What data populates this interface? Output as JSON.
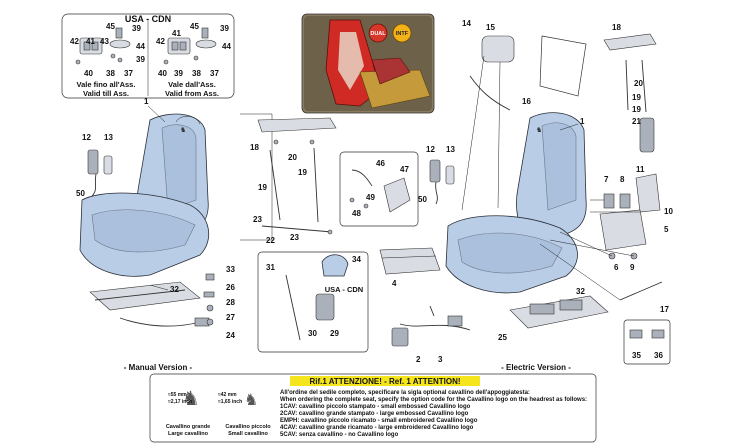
{
  "usa_box": {
    "title": "USA - CDN",
    "left_caption": [
      "Vale fino all'Ass.",
      "Valid till Ass."
    ],
    "right_caption": [
      "Vale dall'Ass.",
      "Valid from Ass."
    ]
  },
  "inset": {
    "badge_left": "DUAL",
    "badge_right": "INTF"
  },
  "usa_cdn_small": "USA - CDN",
  "manual_label": "- Manual Version -",
  "electric_label": "- Electric Version -",
  "notice": {
    "title": "Rif.1 ATTENZIONE! - Ref. 1 ATTENTION!",
    "lines": [
      "All'ordine del sedile completo, specificare la sigla optional cavallino dell'appoggiatesta:",
      "When ordering the complete seat, specify the option code for the Cavallino logo on the headrest as follows:",
      "1CAV: cavallino piccolo stampato - small embossed Cavallino logo",
      "2CAV: cavallino grande stampato - large embossed Cavallino logo",
      "EMPH: cavallino piccolo ricamato - small embroidered Cavallino logo",
      "4CAV: cavallino grande ricamato - large embroidered Cavallino logo",
      "5CAV: senza cavallino - no Cavallino logo"
    ],
    "logo_large": {
      "size_mm": "≈55 mm",
      "size_in": "≈2,17 inch",
      "caption": [
        "Cavallino grande",
        "Large cavallino"
      ]
    },
    "logo_small": {
      "size_mm": "≈42 mm",
      "size_in": "≈1,65 inch",
      "caption": [
        "Cavallino piccolo",
        "Small cavallino"
      ]
    }
  },
  "callouts": {
    "c45a": "45",
    "c39a": "39",
    "c42a": "42",
    "c41a": "41",
    "c43a": "43",
    "c44a": "44",
    "c40a": "40",
    "c38a": "38",
    "c37a": "37",
    "c39b": "39",
    "c45b": "45",
    "c39c": "39",
    "c42b": "42",
    "c41b": "41",
    "c44b": "44",
    "c40b": "40",
    "c39d": "39",
    "c38b": "38",
    "c37b": "37",
    "c1a": "1",
    "c12a": "12",
    "c13a": "13",
    "c50a": "50",
    "c32a": "32",
    "c18a": "18",
    "c20a": "20",
    "c19a": "19",
    "c19b": "19",
    "c23a": "23",
    "c22": "22",
    "c23b": "23",
    "c33": "33",
    "c26": "26",
    "c28": "28",
    "c27": "27",
    "c24": "24",
    "c31": "31",
    "c34": "34",
    "c30": "30",
    "c29": "29",
    "c46": "46",
    "c47": "47",
    "c48": "48",
    "c49": "49",
    "c12b": "12",
    "c13b": "13",
    "c50b": "50",
    "c14": "14",
    "c15": "15",
    "c16": "16",
    "c4": "4",
    "c1b": "1",
    "c2": "2",
    "c3": "3",
    "c25": "25",
    "c32b": "32",
    "c18b": "18",
    "c20b": "20",
    "c19c": "19",
    "c19d": "19",
    "c21": "21",
    "c7": "7",
    "c8": "8",
    "c11": "11",
    "c10": "10",
    "c5": "5",
    "c6": "6",
    "c9": "9",
    "c17": "17",
    "c35": "35",
    "c36": "36"
  }
}
